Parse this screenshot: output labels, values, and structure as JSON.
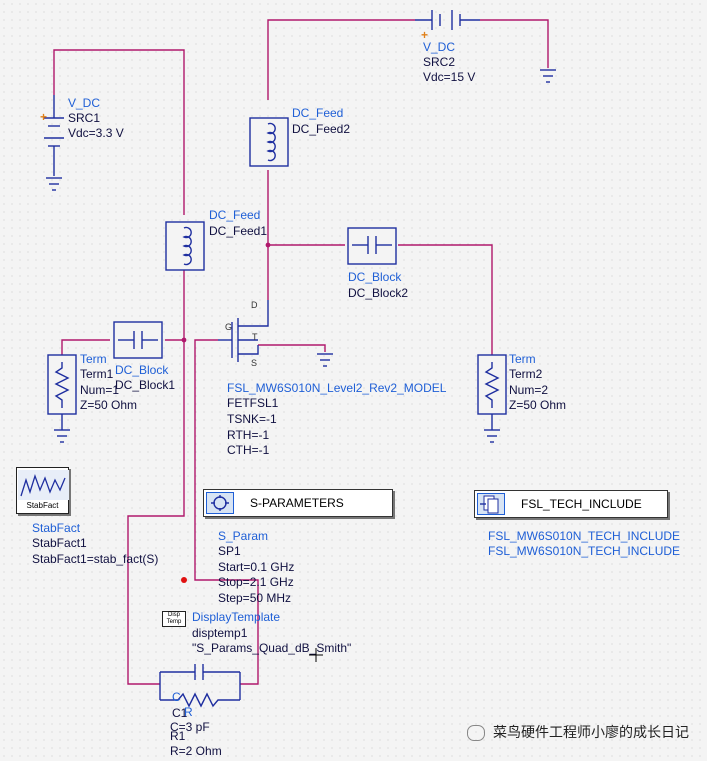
{
  "colors": {
    "wire": "#b0186c",
    "component": "#1f2fa0",
    "label_blue": "#1f5fd6",
    "label_dark": "#101040",
    "background": "#f4f4f4"
  },
  "src2": {
    "type": "V_DC",
    "name": "SRC2",
    "value": "Vdc=15 V"
  },
  "src1": {
    "type": "V_DC",
    "name": "SRC1",
    "value": "Vdc=3.3 V"
  },
  "dc_feed2": {
    "type": "DC_Feed",
    "name": "DC_Feed2"
  },
  "dc_feed1": {
    "type": "DC_Feed",
    "name": "DC_Feed1"
  },
  "dc_block2": {
    "type": "DC_Block",
    "name": "DC_Block2"
  },
  "dc_block1": {
    "type": "DC_Block",
    "name": "DC_Block1"
  },
  "term1": {
    "type": "Term",
    "name": "Term1",
    "num": "Num=1",
    "z": "Z=50 Ohm"
  },
  "term2": {
    "type": "Term",
    "name": "Term2",
    "num": "Num=2",
    "z": "Z=50 Ohm"
  },
  "fet": {
    "model": "FSL_MW6S010N_Level2_Rev2_MODEL",
    "name": "FETFSL1",
    "tsnk": "TSNK=-1",
    "rth": "RTH=-1",
    "cth": "CTH=-1",
    "pin_d": "D",
    "pin_g": "G",
    "pin_s": "S",
    "pin_t": "T"
  },
  "stabfact": {
    "icon_label": "StabFact",
    "type": "StabFact",
    "name": "StabFact1",
    "expr": "StabFact1=stab_fact(S)"
  },
  "sparam": {
    "banner": "S-PARAMETERS",
    "type": "S_Param",
    "name": "SP1",
    "start": "Start=0.1 GHz",
    "stop": "Stop=2.1 GHz",
    "step": "Step=50 MHz"
  },
  "include": {
    "banner": "FSL_TECH_INCLUDE",
    "line1": "FSL_MW6S010N_TECH_INCLUDE",
    "line2": "FSL_MW6S010N_TECH_INCLUDE"
  },
  "display": {
    "icon_label": "Disp Temp",
    "type": "DisplayTemplate",
    "name": "disptemp1",
    "value": "\"S_Params_Quad_dB_Smith\""
  },
  "cap": {
    "type": "C",
    "name": "C1",
    "value": "C=3 pF"
  },
  "res": {
    "type": "R",
    "name": "R1",
    "value": "R=2 Ohm"
  },
  "watermark": "菜鸟硬件工程师小廖的成长日记"
}
